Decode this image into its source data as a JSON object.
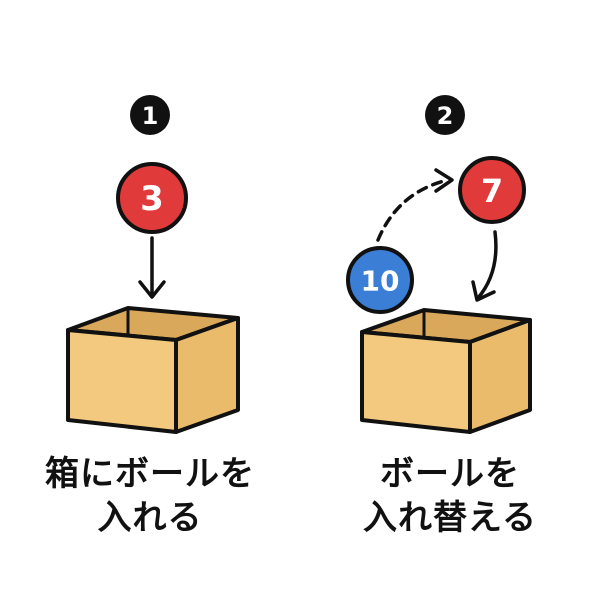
{
  "steps": [
    {
      "number": "1",
      "ball_label": "3",
      "caption_line1": "箱にボールを",
      "caption_line2": "入れる"
    },
    {
      "number": "2",
      "ball_in_label": "7",
      "ball_out_label": "10",
      "caption_line1": "ボールを",
      "caption_line2": "入れ替える"
    }
  ],
  "colors": {
    "red_ball": "#e03a3a",
    "blue_ball": "#3a7fd5",
    "box_front": "#f2c97e",
    "box_side": "#eabb6a",
    "box_inside": "#d9a85a",
    "outline": "#111111"
  }
}
